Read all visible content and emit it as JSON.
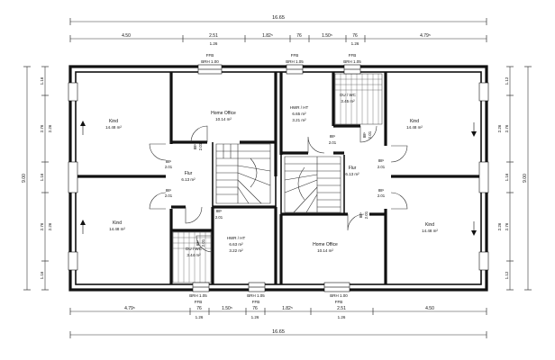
{
  "dimensions": {
    "top_total": "16.65",
    "top_segments": [
      "4.50",
      "2.51",
      "1.82⁵",
      "76",
      "1.50⁵",
      "76",
      "4.79⁵"
    ],
    "top_sub": [
      "1.26",
      "1.26"
    ],
    "bottom_total": "16.65",
    "bottom_segments": [
      "4.79⁵",
      "76",
      "1.50⁵",
      "76",
      "1.82⁵",
      "2.51",
      "4.50"
    ],
    "bottom_sub": [
      "1.26",
      "1.26",
      "1.26"
    ],
    "left_total": "9.00",
    "left_segments": [
      "1.16",
      "2.76",
      "1.16",
      "2.76",
      "1.16"
    ],
    "left_sub": [
      "2.26",
      "2.26"
    ],
    "right_total": "9.00",
    "right_segments": [
      "1.12",
      "2.76",
      "1.16",
      "2.76",
      "1.12"
    ],
    "right_sub": [
      "2.26",
      "2.26"
    ]
  },
  "window_labels": {
    "top": [
      {
        "l1": "FFB",
        "l2": "BRH 1.00"
      },
      {
        "l1": "FFB",
        "l2": "BRH 1.05"
      },
      {
        "l1": "FFB",
        "l2": "BRH 1.05"
      }
    ],
    "bottom": [
      {
        "l1": "BRH 1.05",
        "l2": "FFB"
      },
      {
        "l1": "BRH 1.05",
        "l2": "FFB"
      },
      {
        "l1": "BRH 1.00",
        "l2": "FFB"
      }
    ]
  },
  "rooms": [
    {
      "name": "Kind",
      "area": "14.48 m²"
    },
    {
      "name": "Home Office",
      "area": "10.14 m²"
    },
    {
      "name": "HWR / HT",
      "area": "6.65 m²",
      "extra": "3.21 m²"
    },
    {
      "name": "DU / WC",
      "area": "3.45 m²"
    },
    {
      "name": "Kind",
      "area": "14.48 m²"
    },
    {
      "name": "Flur",
      "area": "6.13 m²"
    },
    {
      "name": "Flur",
      "area": "6.13 m²"
    },
    {
      "name": "Kind",
      "area": "14.48 m²"
    },
    {
      "name": "HWR / HT",
      "area": "6.63 m²",
      "extra": "3.22 m²"
    },
    {
      "name": "DU / WC",
      "area": "3.44 m²"
    },
    {
      "name": "Home Office",
      "area": "10.14 m²"
    },
    {
      "name": "Kind",
      "area": "14.48 m²"
    }
  ],
  "door_labels": [
    {
      "w": "88⁵",
      "h": "2.01"
    },
    {
      "w": "88⁵",
      "h": "2.01"
    },
    {
      "w": "88⁵",
      "h": "2.01"
    },
    {
      "w": "88⁵",
      "h": "2.01"
    },
    {
      "w": "88⁵",
      "h": "2.01"
    },
    {
      "w": "88⁵",
      "h": "2.01"
    },
    {
      "w": "88⁵",
      "h": "2.01"
    },
    {
      "w": "88⁵",
      "h": "2.01"
    },
    {
      "w": "88⁵",
      "h": "2.01"
    },
    {
      "w": "88⁵",
      "h": "2.01"
    }
  ]
}
